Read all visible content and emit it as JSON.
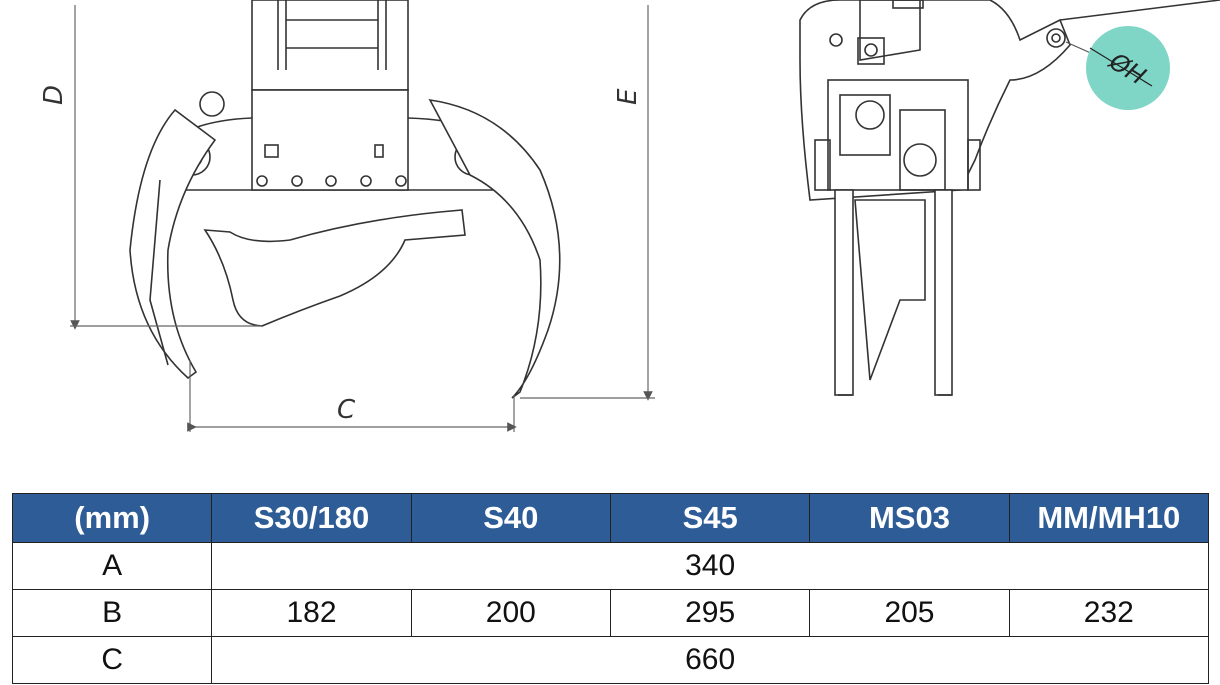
{
  "drawing": {
    "dimension_labels": {
      "a_height": "D",
      "e_height": "E",
      "c_width": "C",
      "h_pin": "ØH"
    }
  },
  "table": {
    "headers": [
      "(mm)",
      "S30/180",
      "S40",
      "S45",
      "MS03",
      "MM/MH10"
    ],
    "rows": [
      {
        "label": "A",
        "merged_value": "340"
      },
      {
        "label": "B",
        "values": [
          "182",
          "200",
          "295",
          "205",
          "232"
        ]
      },
      {
        "label": "C",
        "merged_value": "660"
      }
    ]
  },
  "colors": {
    "header_bg": "#2e5c96",
    "header_text": "#ffffff",
    "pin_circle": "#7fd6c6"
  }
}
